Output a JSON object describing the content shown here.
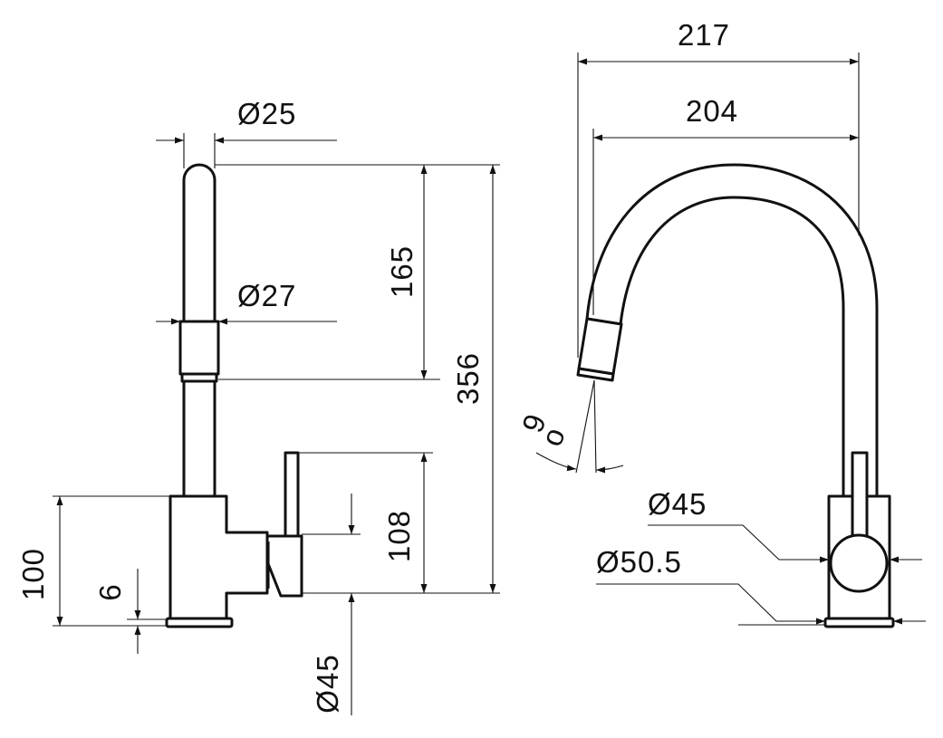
{
  "diagram": {
    "dimensions": {
      "side_view": {
        "spout_diameter": "Ø25",
        "ring_diameter": "Ø27",
        "spout_length": "165",
        "total_height": "356",
        "lever_height": "108",
        "body_height": "100",
        "base_thickness": "6",
        "base_diameter": "Ø45"
      },
      "front_view": {
        "total_reach": "217",
        "spout_reach": "204",
        "spray_angle": "9",
        "angle_unit": "o",
        "body_diameter": "Ø45",
        "base_diameter": "Ø50.5"
      }
    },
    "colors": {
      "line": "#111111",
      "background": "#ffffff"
    }
  }
}
